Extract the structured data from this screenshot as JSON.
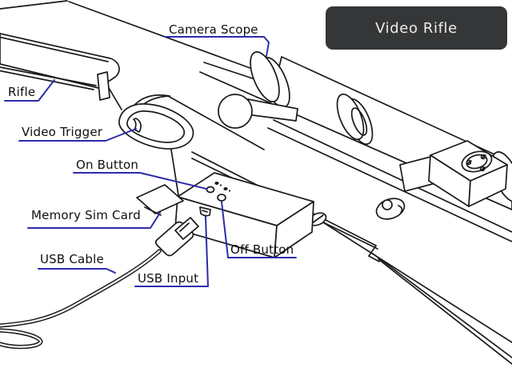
{
  "title_badge": {
    "label": "Video Rifle"
  },
  "labels": {
    "camera_scope": "Camera Scope",
    "rifle": "Rifle",
    "video_trigger": "Video Trigger",
    "on_button": "On Button",
    "memory_sim_card": "Memory Sim Card",
    "usb_cable": "USB Cable",
    "usb_input": "USB Input",
    "off_button": "Off Button"
  },
  "diagram_parts": [
    "rifle",
    "camera-scope",
    "video-trigger",
    "on-button",
    "off-button",
    "memory-sim-card",
    "usb-cable",
    "usb-input-port",
    "usb-connector",
    "bolt-handle",
    "scope-turret-dial",
    "stock",
    "sling-stud",
    "screw"
  ],
  "colors": {
    "leader_line": "#2c2cab",
    "line_art": "#1a1a1a",
    "badge_background": "#343637",
    "badge_text": "#ececec",
    "background": "#ffffff"
  }
}
